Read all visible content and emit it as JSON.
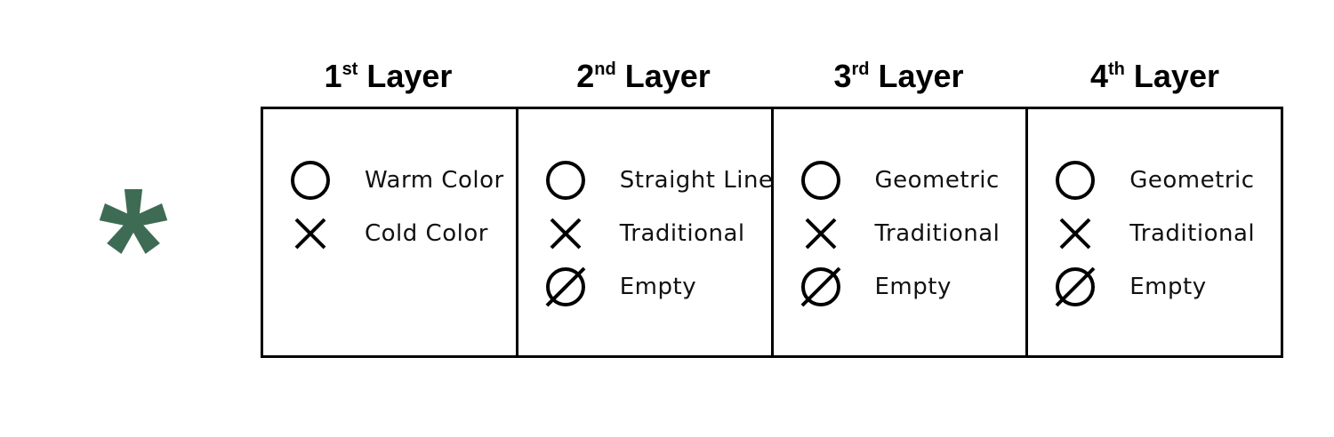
{
  "accent_color": "#3e6b54",
  "mark_icon": "asterisk-icon",
  "layers": [
    {
      "ordinal": "1",
      "suffix": "st",
      "word": "Layer",
      "items": [
        {
          "icon": "circle-icon",
          "label": "Warm Color"
        },
        {
          "icon": "cross-icon",
          "label": "Cold Color"
        }
      ]
    },
    {
      "ordinal": "2",
      "suffix": "nd",
      "word": "Layer",
      "items": [
        {
          "icon": "circle-icon",
          "label": "Straight Line"
        },
        {
          "icon": "cross-icon",
          "label": "Traditional"
        },
        {
          "icon": "empty-set-icon",
          "label": "Empty"
        }
      ]
    },
    {
      "ordinal": "3",
      "suffix": "rd",
      "word": "Layer",
      "items": [
        {
          "icon": "circle-icon",
          "label": "Geometric"
        },
        {
          "icon": "cross-icon",
          "label": "Traditional"
        },
        {
          "icon": "empty-set-icon",
          "label": "Empty"
        }
      ]
    },
    {
      "ordinal": "4",
      "suffix": "th",
      "word": "Layer",
      "items": [
        {
          "icon": "circle-icon",
          "label": "Geometric"
        },
        {
          "icon": "cross-icon",
          "label": "Traditional"
        },
        {
          "icon": "empty-set-icon",
          "label": "Empty"
        }
      ]
    }
  ]
}
